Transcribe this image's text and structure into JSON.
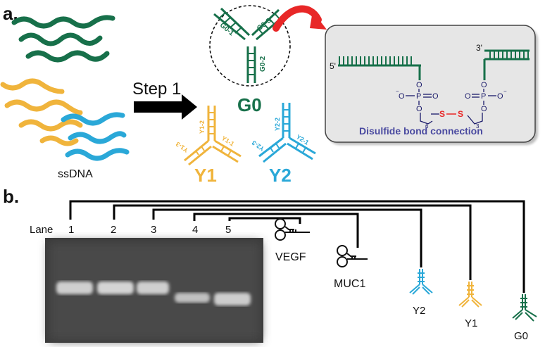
{
  "panel_a": {
    "label": "a.",
    "ssdna_label": "ssDNA",
    "step_label": "Step 1",
    "g0": {
      "name": "G0",
      "arms": [
        "G0-1",
        "G0-2",
        "G0-3"
      ],
      "color": "#17704a"
    },
    "y1": {
      "name": "Y1",
      "arms": [
        "Y1-1",
        "Y1-2",
        "Y1-3"
      ],
      "color": "#f0b43c"
    },
    "y2": {
      "name": "Y2",
      "arms": [
        "Y2-1",
        "Y2-2",
        "Y2-3"
      ],
      "color": "#2aa8d8"
    },
    "zoom": {
      "end5": "5'",
      "end3": "3'",
      "s1": "S",
      "s2": "S",
      "p": "P",
      "o": "O",
      "om": "O",
      "n6": "6",
      "n3": "3",
      "caption": "Disulfide bond connection",
      "caption_color": "#4a4aa0",
      "box_fill": "#e6e6e6",
      "arrow_color": "#e82727"
    }
  },
  "panel_b": {
    "label": "b.",
    "lane_header": "Lane",
    "lanes": [
      "1",
      "2",
      "3",
      "4",
      "5"
    ],
    "samples": [
      "VEGF",
      "MUC1",
      "Y2",
      "Y1",
      "G0"
    ]
  }
}
